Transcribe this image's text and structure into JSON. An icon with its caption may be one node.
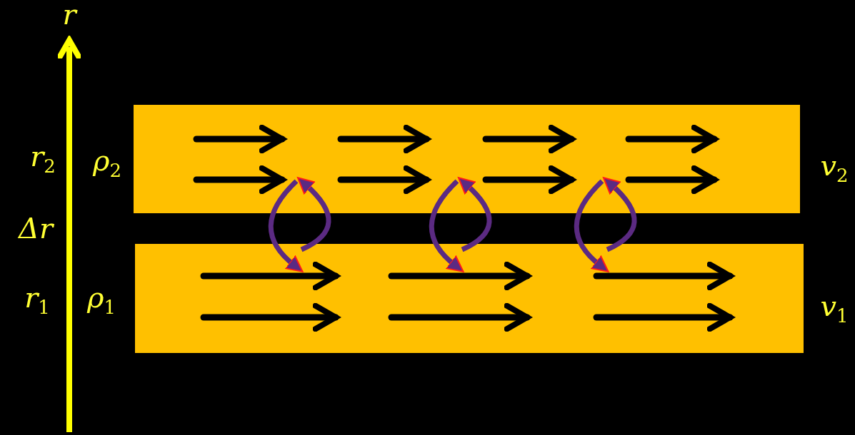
{
  "diagram": {
    "nodes": [
      {
        "text": [],
        "shape": "bar",
        "beside": [
          "ρ$_{2}$",
          "v$_{2}$"
        ]
      },
      {
        "text": [],
        "shape": "bar",
        "beside": [
          "ρ$_{1}$",
          "v$_{1}$"
        ]
      }
    ],
    "edges": [
      {
        "from": 0,
        "to": 1,
        "arrow": "to"
      },
      {
        "from": 1,
        "to": 0,
        "arrow": "to"
      },
      {
        "from": 0,
        "to": 1,
        "arrow": "to"
      },
      {
        "from": 1,
        "to": 0,
        "arrow": "to"
      },
      {
        "from": 0,
        "to": 1,
        "arrow": "to"
      },
      {
        "from": 1,
        "to": 0,
        "arrow": "to"
      }
    ],
    "labels": [
      "r",
      "r$_{2}$",
      "Δr",
      "r$_{1}$"
    ]
  }
}
